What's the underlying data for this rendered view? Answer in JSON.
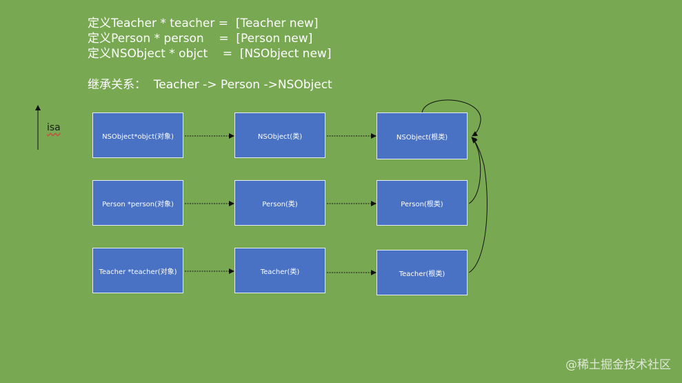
{
  "header": {
    "line1": "定义Teacher * teacher =  [Teacher new]",
    "line2": "定义Person * person    =  [Person new]",
    "line3": "定义NSObject * objct    =  [NSObject new]",
    "line4": "继承关系：  Teacher -> Person ->NSObject"
  },
  "legend": {
    "isa_label": "isa"
  },
  "rows": [
    {
      "object": "NSObject*objct(对象)",
      "class": "NSObject(类)",
      "root": "NSObject(根类)"
    },
    {
      "object": "Person *person(对象)",
      "class": "Person(类)",
      "root": "Person(根类)"
    },
    {
      "object": "Teacher *teacher(对象)",
      "class": "Teacher(类)",
      "root": "Teacher(根类)"
    }
  ],
  "watermark": "@稀土掘金技术社区",
  "colors": {
    "background": "#79a852",
    "box_fill": "#4a72c4",
    "box_border": "#e6ecf7",
    "text": "#ffffff"
  }
}
